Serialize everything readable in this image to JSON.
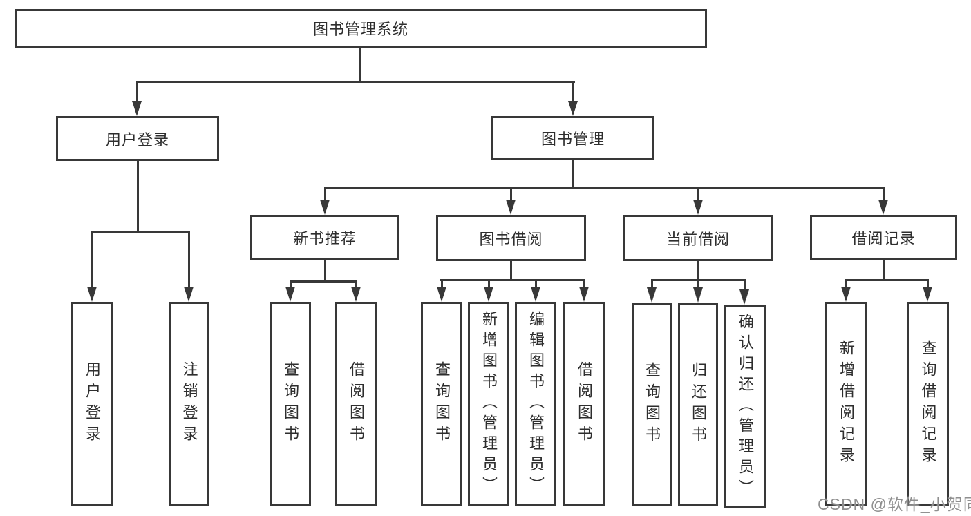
{
  "diagram": {
    "title": "图书管理系统",
    "root": {
      "label": "图书管理系统"
    },
    "modules": [
      {
        "label": "用户登录",
        "functions": [
          "用户登录",
          "注销登录"
        ]
      },
      {
        "label": "图书管理",
        "submodules": [
          {
            "label": "新书推荐",
            "functions": [
              "查询图书",
              "借阅图书"
            ]
          },
          {
            "label": "图书借阅",
            "functions": [
              "查询图书",
              "新增图书（管理员）",
              "编辑图书（管理员）",
              "借阅图书"
            ]
          },
          {
            "label": "当前借阅",
            "functions": [
              "查询图书",
              "归还图书",
              "确认归还（管理员）"
            ]
          },
          {
            "label": "借阅记录",
            "functions": [
              "新增借阅记录",
              "查询借阅记录"
            ]
          }
        ]
      }
    ]
  },
  "watermark": {
    "text": "CSDN @软件_小贺同学"
  },
  "colors": {
    "line": "#383838",
    "text": "#2e2e2e",
    "box_background": "#ffffff",
    "page_background": "#ffffff",
    "watermark": "#8f8f8f"
  }
}
